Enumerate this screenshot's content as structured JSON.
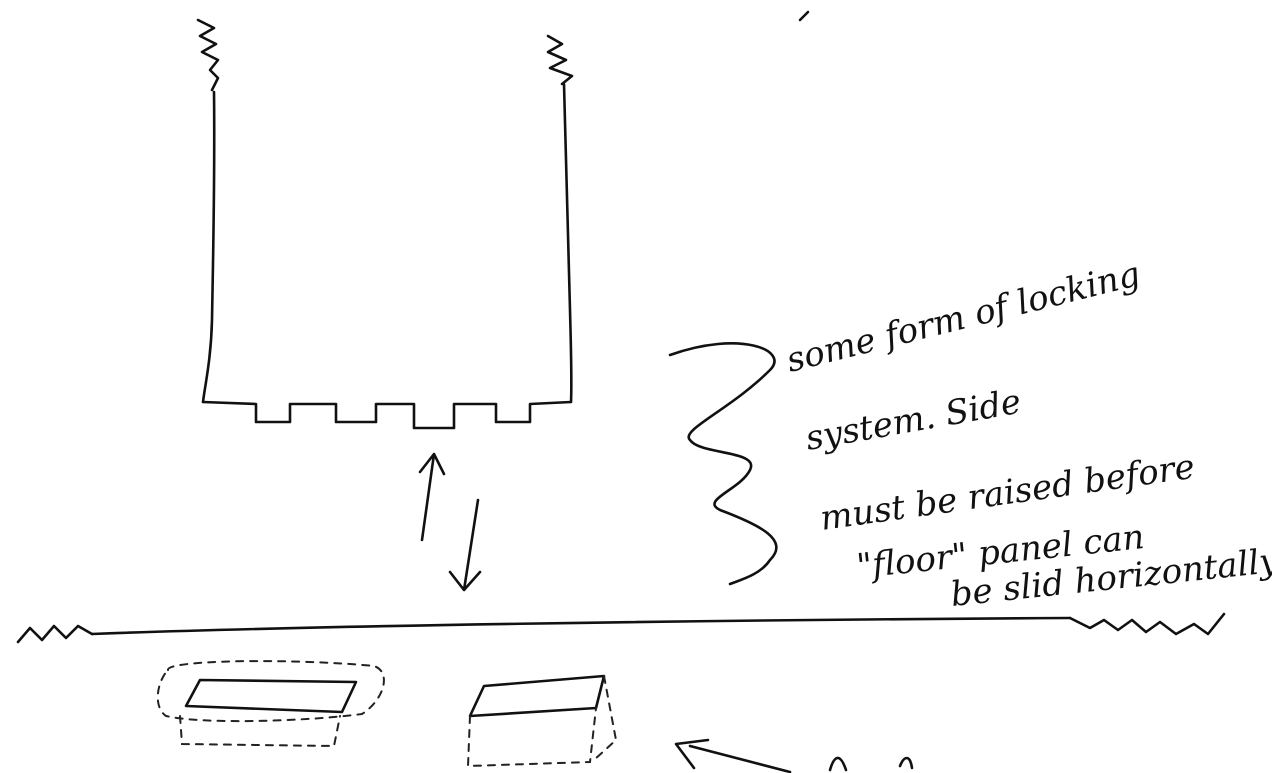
{
  "note": {
    "lines": [
      "some form of locking",
      "system. Side",
      "must be raised before",
      "\"floor\" panel can",
      "be slid horizontally"
    ]
  },
  "colors": {
    "ink": "#111111",
    "paper": "#ffffff"
  }
}
